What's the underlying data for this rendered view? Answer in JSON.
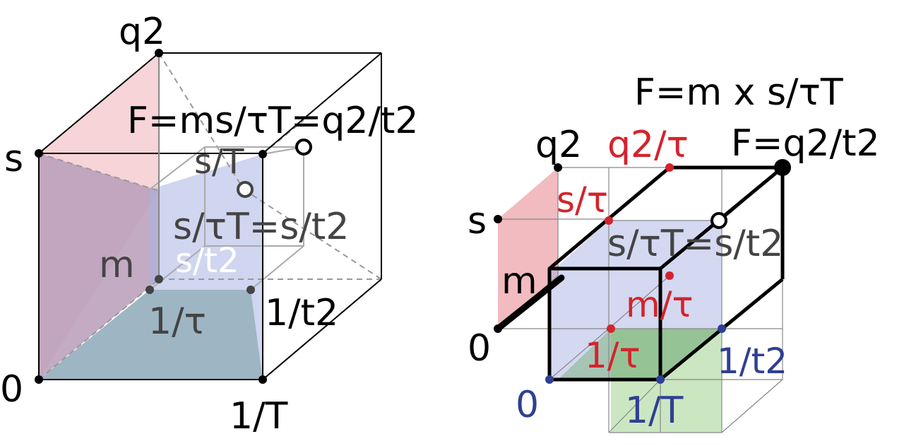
{
  "colors": {
    "black": "#000000",
    "red": "#d4232c",
    "blue": "#2f3f92",
    "gray_text": "#444444",
    "white_text": "#ffffff",
    "pink_fill": "#eeaaaf",
    "mauve_fill": "#b89cba",
    "lavender_fill": "#aab2e4",
    "teal_fill": "#93aebd",
    "green_fill": "#9ed38e"
  },
  "left": {
    "label_q2": "q2",
    "label_s": "s",
    "label_0": "0",
    "label_1T": "1/T",
    "label_sT": "s/T",
    "label_m": "m",
    "label_st2": "s/t2",
    "label_1tau": "1/τ",
    "label_1t2": "1/t2",
    "formula_F": "F=ms/τT=q2/t2",
    "formula_stauT": "s/τT=s/t2"
  },
  "right": {
    "label_q2": "q2",
    "label_q2tau": "q2/τ",
    "label_F": "F=q2/t2",
    "formula_F": "F=m x s/τT",
    "label_s": "s",
    "label_stau": "s/τ",
    "formula_stauT": "s/τT=s/t2",
    "label_m": "m",
    "label_mtau": "m/τ",
    "label_0_black": "0",
    "label_1tau": "1/τ",
    "label_1t2": "1/t2",
    "label_0_blue": "0",
    "label_1T": "1/T"
  }
}
